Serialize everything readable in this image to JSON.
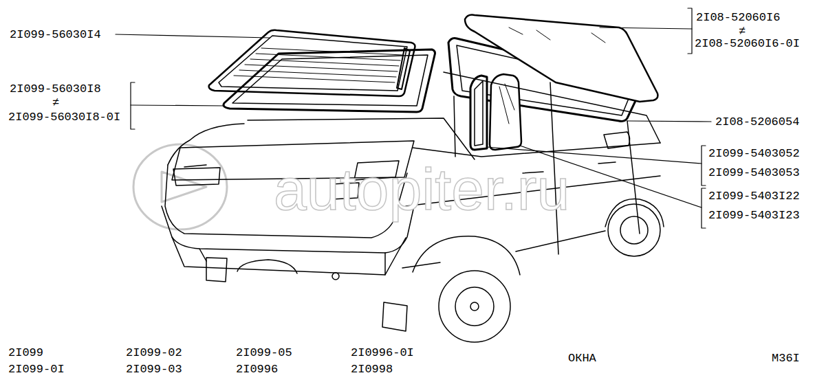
{
  "diagram": {
    "title": "ОКНА",
    "labels": [
      "2I099-56030I4",
      "2I099-56030I8",
      "≠",
      "2I099-56030I8-0I",
      "2I08-52060I6",
      "≠",
      "2I08-52060I6-0I",
      "2I08-5206054",
      "2I099-5403052",
      "2I099-5403053",
      "2I099-5403I22",
      "2I099-5403I23",
      "2I099",
      "2I099-0I",
      "2I099-02",
      "2I099-03",
      "2I099-05",
      "2I0996",
      "2I0996-0I",
      "2I0998",
      "M36I",
      "autopiter.ru"
    ]
  }
}
